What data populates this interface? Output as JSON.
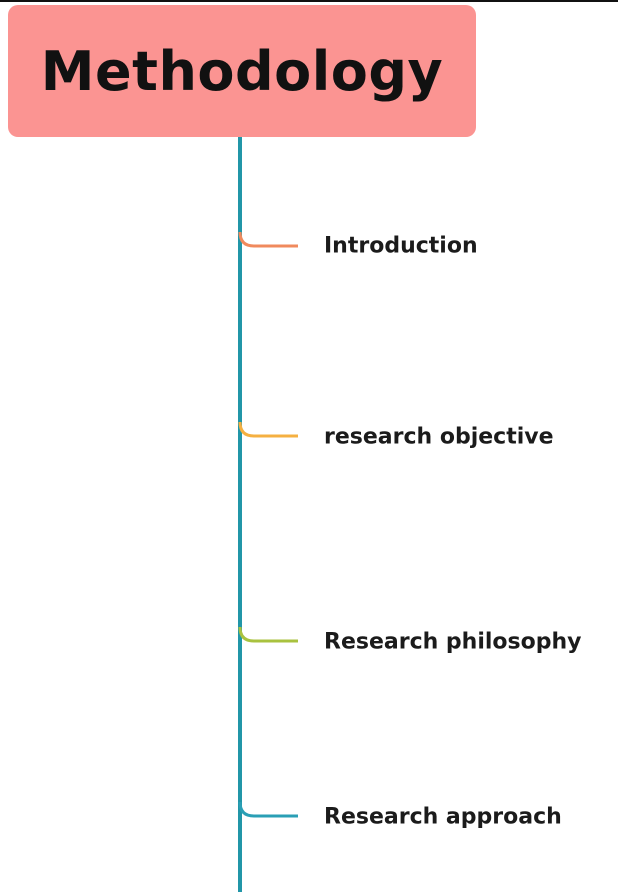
{
  "root": {
    "title": "Methodology",
    "color": "#fb9492"
  },
  "trunk": {
    "color": "#2196a8"
  },
  "branches": [
    {
      "label": "Introduction",
      "color": "#f08a5d"
    },
    {
      "label": "research objective",
      "color": "#f5b041"
    },
    {
      "label": "Research philosophy",
      "color": "#a9c23f"
    },
    {
      "label": "Research approach",
      "color": "#2a9fb5"
    }
  ]
}
